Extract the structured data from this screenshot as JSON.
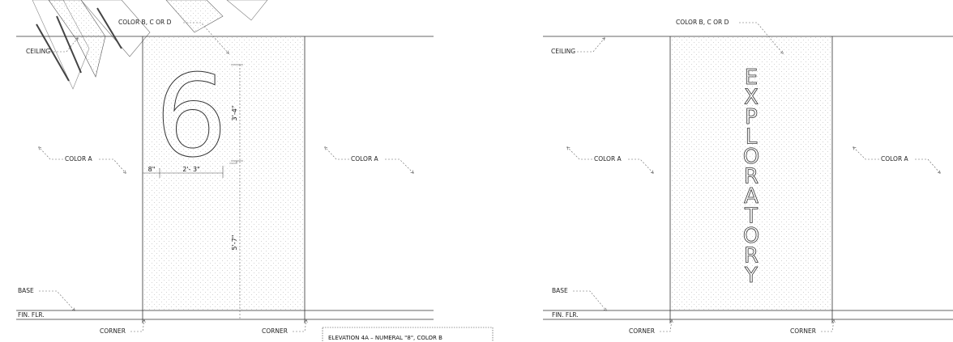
{
  "left_elevation": {
    "labels": {
      "color_bcd": "COLOR B, C OR D",
      "ceiling": "CEILING",
      "color_a_left": "COLOR A",
      "color_a_right": "COLOR A",
      "base": "BASE",
      "fin_flr": "FIN. FLR.",
      "corner_left": "CORNER",
      "corner_right": "CORNER"
    },
    "numeral": "6",
    "dimensions": {
      "numeral_height": "3'-4\"",
      "left_offset": "8\"",
      "numeral_width": "2'- 3\"",
      "floor_to_numeral": "5'-7\""
    },
    "caption": "ELEVATION 4A – NUMERAL \"8\", COLOR B"
  },
  "right_elevation": {
    "labels": {
      "color_bcd": "COLOR B, C OR D",
      "ceiling": "CEILING",
      "color_a_left": "COLOR A",
      "color_a_right": "COLOR A",
      "base": "BASE",
      "fin_flr": "FIN. FLR.",
      "corner_left": "CORNER",
      "corner_right": "CORNER"
    },
    "vertical_word": [
      "E",
      "X",
      "P",
      "L",
      "O",
      "R",
      "A",
      "T",
      "O",
      "R",
      "Y"
    ]
  },
  "colors": {
    "line": "#333333",
    "panel_dots": "#bbbbbb"
  }
}
